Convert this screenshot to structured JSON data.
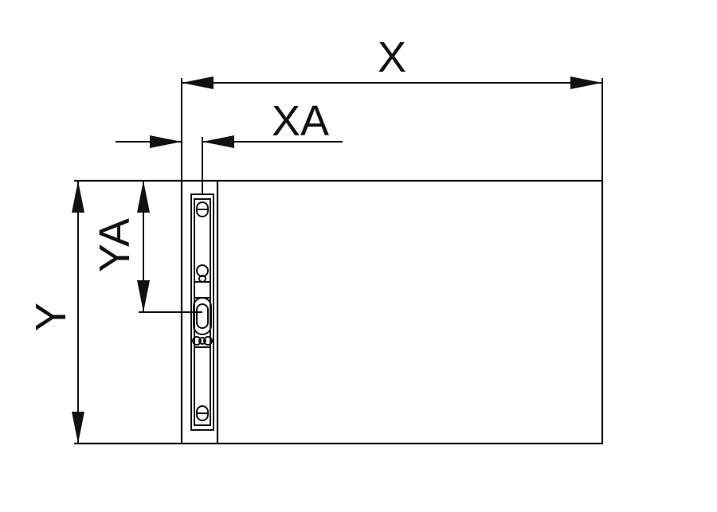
{
  "diagram": {
    "labels": {
      "x": "X",
      "xa": "XA",
      "y": "Y",
      "ya": "YA"
    },
    "colors": {
      "line": "#111111",
      "background": "#ffffff"
    }
  }
}
